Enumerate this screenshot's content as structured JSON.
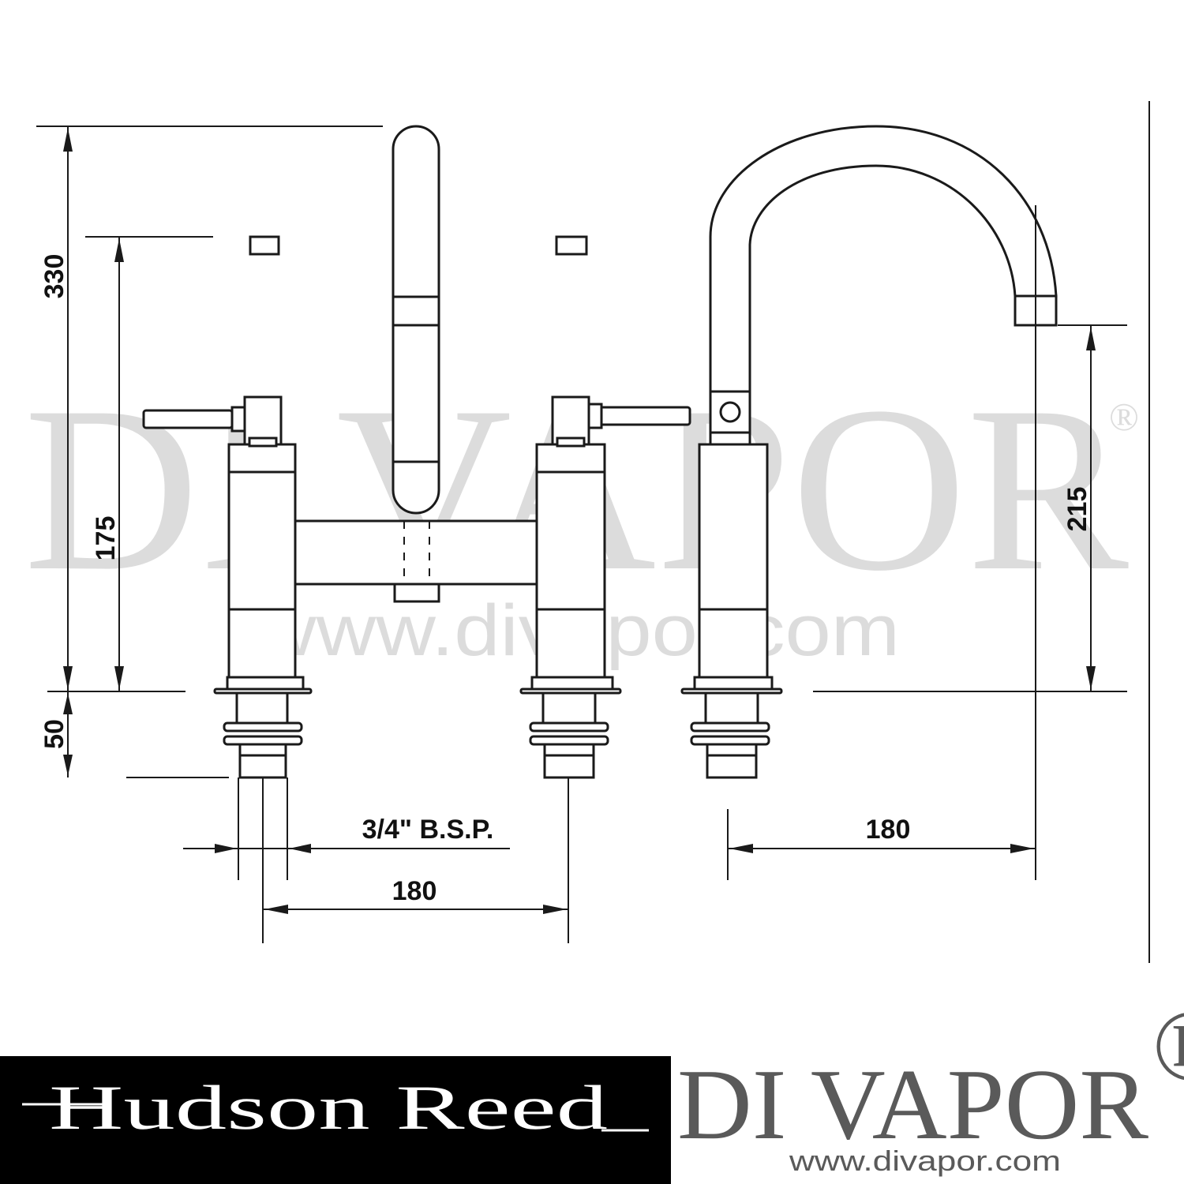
{
  "watermark": {
    "brand": "DI VAPOR",
    "registered": "®",
    "url": "www.divapor.com"
  },
  "dimensions": {
    "overall_height": "330",
    "lever_height": "175",
    "shank_length": "50",
    "spout_outlet_height": "215",
    "connection": "3/4\" B.S.P.",
    "centres": "180",
    "spout_reach": "180"
  },
  "logos": {
    "hudson_reed": "Hudson Reed",
    "di_vapor": "DI VAPOR",
    "di_vapor_registered": "®",
    "di_vapor_url": "www.divapor.com"
  },
  "colors": {
    "line": "#1a1a1a",
    "watermark": "#dcdcdc",
    "hudson_reed_bg": "#000000",
    "di_vapor_text": "#5a5a5a"
  }
}
